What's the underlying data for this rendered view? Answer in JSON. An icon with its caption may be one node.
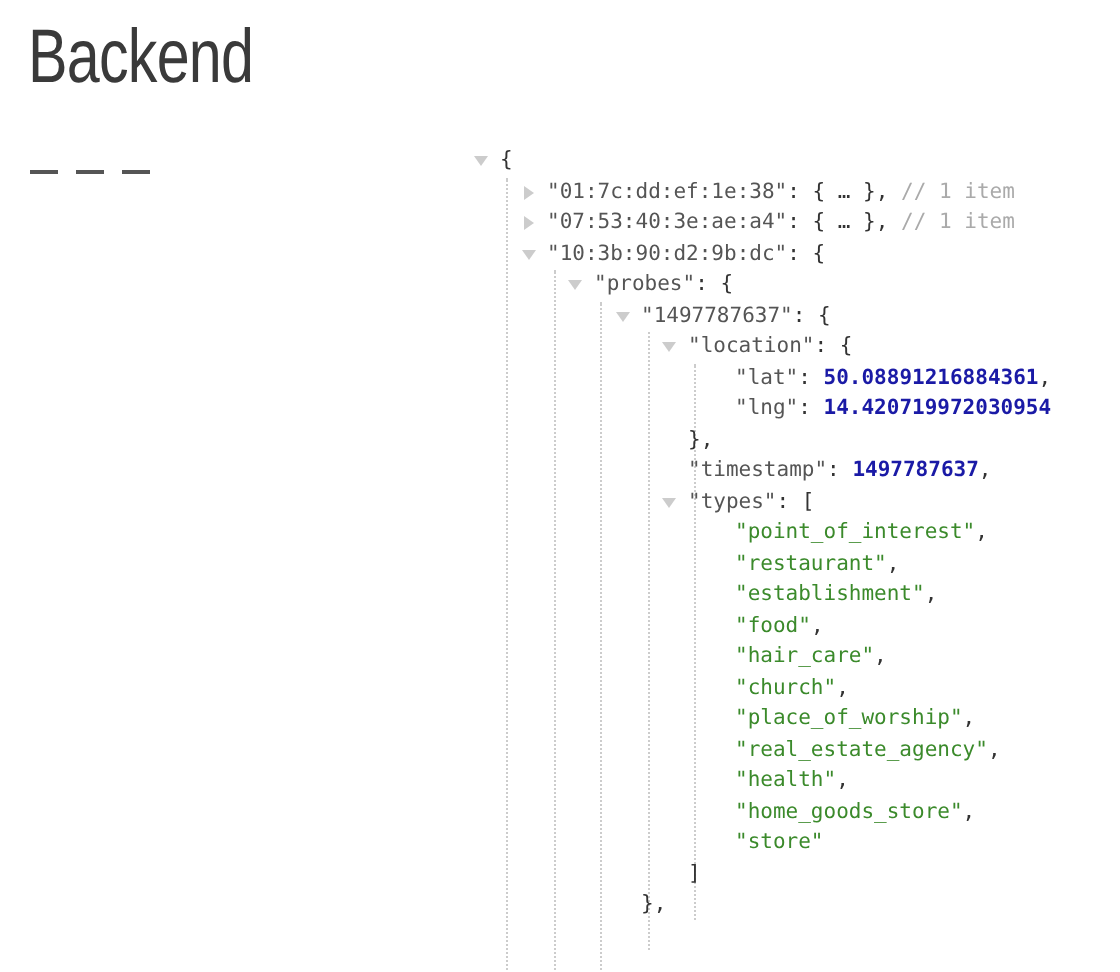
{
  "diagram": {
    "title": "Backend",
    "labels": [
      "{",
      "\"01:7c:dd:ef:1e:38\": { … }, // 1 item",
      "\"07:53:40:3e:ae:a4\": { … }, // 1 item",
      "\"10:3b:90:d2:9b:dc\": {",
      "\"probes\": {",
      "\"1497787637\": {",
      "\"location\": {",
      "\"lat\": 50.08891216884361,",
      "\"lng\": 14.420719972030954",
      "},",
      "\"timestamp\": 1497787637,",
      "\"types\": [",
      "\"point_of_interest\",",
      "\"restaurant\",",
      "\"establishment\",",
      "\"food\",",
      "\"hair_care\",",
      "\"church\",",
      "\"place_of_worship\",",
      "\"real_estate_agency\",",
      "\"health\",",
      "\"home_goods_store\",",
      "\"store\"",
      "]",
      "},"
    ]
  }
}
